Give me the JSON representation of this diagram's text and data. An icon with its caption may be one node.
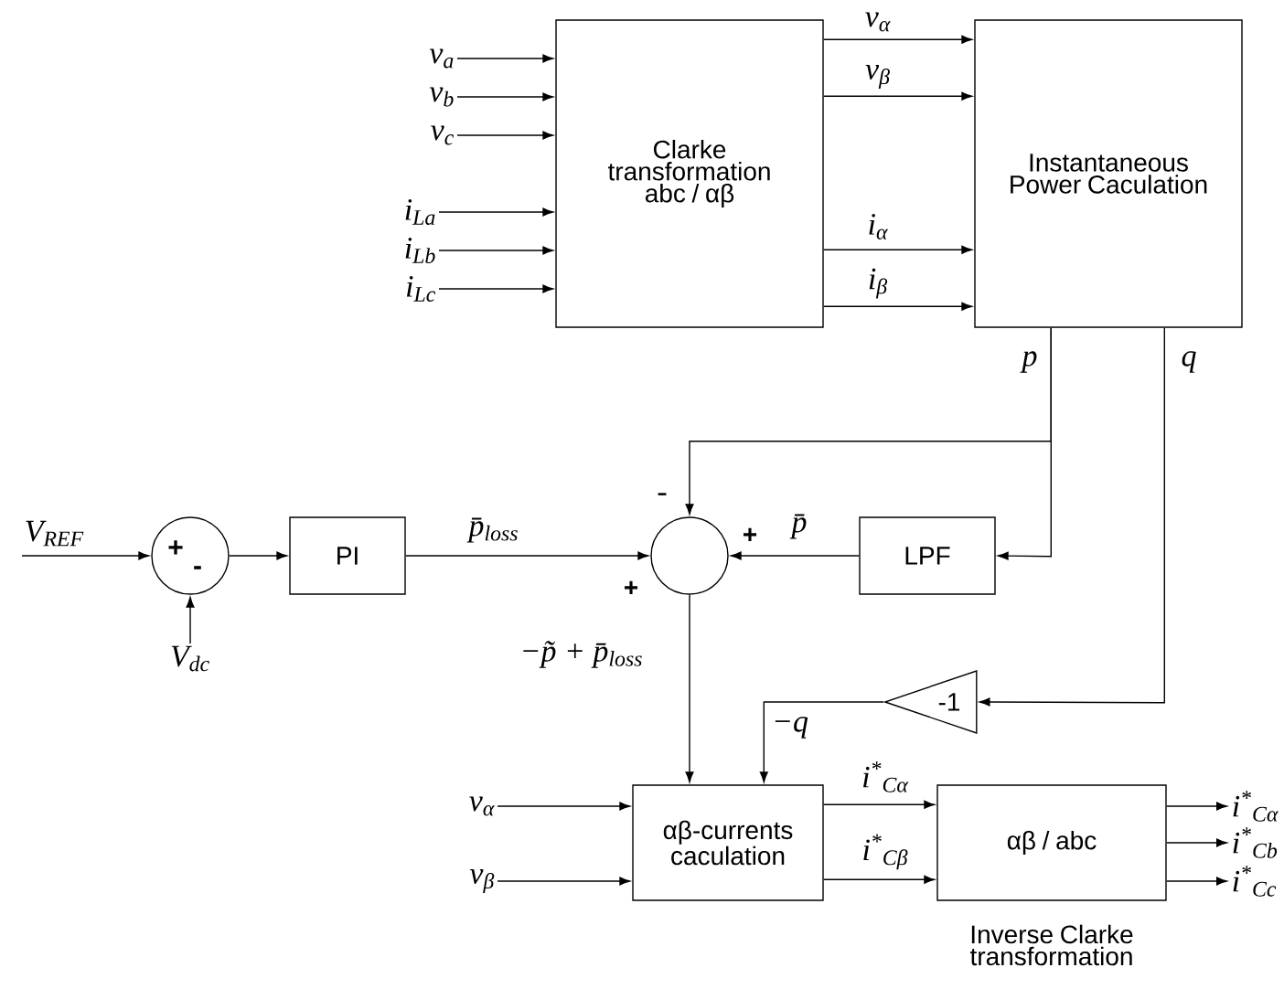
{
  "diagram": {
    "nodes": [
      {
        "text": [
          "v$_{a}$"
        ]
      },
      {
        "text": [
          "v$_{b}$"
        ]
      },
      {
        "text": [
          "v$_{c}$"
        ]
      },
      {
        "text": [
          "i$_{La}$"
        ]
      },
      {
        "text": [
          "i$_{Lb}$"
        ]
      },
      {
        "text": [
          "i$_{Lc}$"
        ]
      },
      {
        "text": [
          "Clarke transformation abc / αβ"
        ]
      },
      {
        "text": [
          "Instantaneous Power Caculation"
        ]
      },
      {
        "text": [
          "V$_{REF}$"
        ]
      },
      {
        "text": [
          "+",
          "-"
        ]
      },
      {
        "text": [
          "V$_{dc}$"
        ]
      },
      {
        "text": [
          "PI"
        ]
      },
      {
        "text": [],
        "shape": "circle",
        "beside": [
          "-",
          "+",
          "+"
        ]
      },
      {
        "text": [
          "LPF"
        ]
      },
      {
        "text": [
          "-1"
        ]
      },
      {
        "text": [
          "v$_{α}$"
        ]
      },
      {
        "text": [
          "v$_{β}$"
        ]
      },
      {
        "text": [
          "αβ-currents caculation"
        ]
      },
      {
        "text": [
          "αβ / abc"
        ],
        "beside": [
          "Inverse Clarke transformation"
        ]
      },
      {
        "text": [
          "i$^{*}$$_{Cα}$"
        ]
      },
      {
        "text": [
          "i$^{*}$$_{Cb}$"
        ]
      },
      {
        "text": [
          "i$^{*}$$_{Cc}$"
        ]
      }
    ],
    "edges": [
      {
        "from": 0,
        "to": 6,
        "arrow": "to"
      },
      {
        "from": 1,
        "to": 6,
        "arrow": "to"
      },
      {
        "from": 2,
        "to": 6,
        "arrow": "to"
      },
      {
        "from": 3,
        "to": 6,
        "arrow": "to"
      },
      {
        "from": 4,
        "to": 6,
        "arrow": "to"
      },
      {
        "from": 5,
        "to": 6,
        "arrow": "to"
      },
      {
        "from": 6,
        "to": 7,
        "arrow": "to",
        "label": "v$_{α}$"
      },
      {
        "from": 6,
        "to": 7,
        "arrow": "to",
        "label": "v$_{β}$"
      },
      {
        "from": 6,
        "to": 7,
        "arrow": "to",
        "label": "i$_{α}$"
      },
      {
        "from": 6,
        "to": 7,
        "arrow": "to",
        "label": "i$_{β}$"
      },
      {
        "from": 7,
        "to": 12,
        "arrow": "to",
        "label": "p"
      },
      {
        "from": 7,
        "to": 13,
        "arrow": "to"
      },
      {
        "from": 7,
        "to": 14,
        "arrow": "to",
        "label": "q"
      },
      {
        "from": 14,
        "to": 17,
        "arrow": "to",
        "label": "−q"
      },
      {
        "from": 8,
        "to": 9,
        "arrow": "to"
      },
      {
        "from": 10,
        "to": 9,
        "arrow": "to"
      },
      {
        "from": 9,
        "to": 11,
        "arrow": "to"
      },
      {
        "from": 11,
        "to": 12,
        "arrow": "to",
        "label": "p̄$_{loss}$"
      },
      {
        "from": 13,
        "to": 12,
        "arrow": "to",
        "label": "p̄"
      },
      {
        "from": 12,
        "to": 17,
        "arrow": "to",
        "label": "−p̃ + p̄$_{loss}$"
      },
      {
        "from": 15,
        "to": 17,
        "arrow": "to"
      },
      {
        "from": 16,
        "to": 17,
        "arrow": "to"
      },
      {
        "from": 17,
        "to": 18,
        "arrow": "to",
        "label": "i$^{*}$$_{Cα}$"
      },
      {
        "from": 17,
        "to": 18,
        "arrow": "to",
        "label": "i$^{*}$$_{Cβ}$"
      },
      {
        "from": 18,
        "to": 19,
        "arrow": "to"
      },
      {
        "from": 18,
        "to": 20,
        "arrow": "to"
      },
      {
        "from": 18,
        "to": 21,
        "arrow": "to"
      }
    ]
  }
}
